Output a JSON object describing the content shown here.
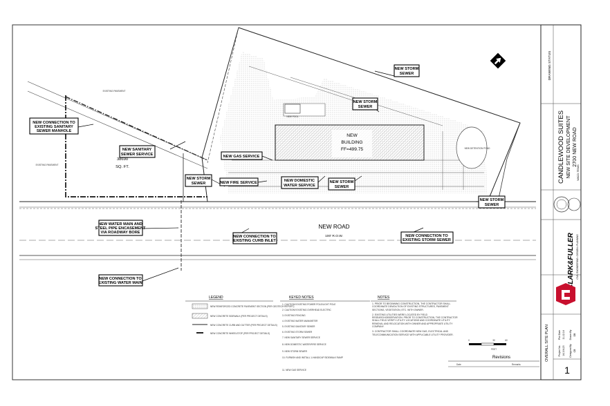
{
  "sheet": {
    "title_lines": [
      "CANDLEWOOD SUITES",
      "NEW SITE DEVELOPMENT",
      "2700 NEW ROAD"
    ],
    "location": "WACO, TEXAS",
    "drawing_status": "DRAWING STATUS",
    "sheet_title": "OVERALL SITE PLAN",
    "sheet_number": "1",
    "revisions_label": "Revisions",
    "revisions_headers": [
      "Date",
      "Remarks"
    ],
    "firm_name": "CLARK&FULLER",
    "firm_tagline": "CIVIL ENGINEERING • DESIGN • PLANNING",
    "project_info": [
      {
        "label": "Plot Date",
        "value": "11-12-14"
      },
      {
        "label": "Project No.",
        "value": "14-104-20"
      },
      {
        "label": "Drawn By",
        "value": "DB"
      },
      {
        "label": "Designed By",
        "value": "CB"
      }
    ]
  },
  "plan": {
    "building_label": "NEW",
    "building_label2": "BUILDING",
    "ff_elevation": "FF=499.75",
    "area_value": "38690",
    "area_unit": "SQ. FT.",
    "road_name": "NEW ROAD",
    "road_row": "100' R.O.W.",
    "pool_label": "NEW POOL",
    "pond_label": "NEW DETENTION POND",
    "pavement_labels": [
      "EXISTING PAVEMENT",
      "EXISTING PAVEMENT"
    ],
    "callouts": {
      "sanitary_manhole": [
        "NEW CONNECTION TO",
        "EXISTING SANITARY",
        "SEWER MANHOLE"
      ],
      "sanitary_service": [
        "NEW SANITARY",
        "SEWER SERVICE"
      ],
      "gas_service": [
        "NEW GAS SERVICE"
      ],
      "storm_sewer_left": [
        "NEW STORM",
        "SEWER"
      ],
      "fire_service": [
        "NEW FIRE SERVICE"
      ],
      "domestic_water": [
        "NEW DOMESTIC",
        "WATER SERVICE"
      ],
      "storm_sewer_mid": [
        "NEW STORM",
        "SEWER"
      ],
      "storm_sewer_top": [
        "NEW STORM",
        "SEWER"
      ],
      "storm_sewer_upper": [
        "NEW STORM",
        "SEWER"
      ],
      "storm_sewer_right": [
        "NEW STORM",
        "SEWER"
      ],
      "curb_inlet": [
        "NEW CONNECTION TO",
        "EXISTING CURB INLET"
      ],
      "storm_sewer_conn": [
        "NEW CONNECTION TO",
        "EXISTING STORM SEWER"
      ],
      "water_main": [
        "NEW WATER MAIN AND",
        "STEEL PIPE ENCASEMENT",
        "VIA ROADWAY BORE"
      ],
      "water_main_conn": [
        "NEW CONNECTION TO",
        "EXISTING WATER MAIN"
      ]
    }
  },
  "legend": {
    "title": "LEGEND",
    "items": [
      "NEW REINFORCED CONCRETE PAVEMENT SECTION (PER GEOTECH REPORT)",
      "NEW CONCRETE SIDEWALK (PER PROJECT DETAILS)",
      "NEW CONCRETE CURB AND GUTTER (PER PROJECT DETAILS)",
      "NEW CONCRETE WHEELSTOP (PER PROJECT DETAILS)"
    ]
  },
  "keyed_notes": {
    "title": "KEYED NOTES",
    "items": [
      "1. CAUTION!! EXISTING POWER POLE/LIGHT POLE",
      "2. CAUTION!! EXISTING OVERHEAD ELECTRIC",
      "3. EXISTING FENCING",
      "4. EXISTING WATER MAIN/METER",
      "5. EXISTING SANITARY SEWER",
      "6. EXISTING STORM SEWER",
      "7. NEW SANITARY SEWER SERVICE",
      "8. NEW DOMESTIC WATER/FIRE SERVICE",
      "9. NEW STORM SEWER",
      "10. FURNISH AND INSTALL 1-HANDICAP SIDEWALK RAMP",
      "11. NEW GAS SERVICE"
    ]
  },
  "notes": {
    "title": "NOTES",
    "items": [
      "1. PRIOR TO BEGINNING CONSTRUCTION, THE CONTRACTOR SHALL COORDINATE DEMOLITION OF EXISTING STRUCTURES, PAVEMENT SECTIONS, VEGETATION, ETC. WITH OWNER.",
      "2. EXISTING UTILITIES WERE LOCATED BY FIELD RESEARCH/OBSERVATION. PRIOR TO CONSTRUCTION, THE CONTRACTOR SHALL FIELD VERIFY UTILITY LOCATIONS AND COORDINATE UTILITY REMOVAL AND RELOCATION WITH OWNER AND APPROPRIATE UTILITY COMPANY.",
      "3. CONTRACTOR SHALL COORDINATE NEW GAS, ELECTRICAL AND TELECOMMUNICATION SERVICE WITH APPLICABLE UTILITY PROVIDER."
    ]
  },
  "scale": {
    "ticks": [
      "0",
      "30",
      "60"
    ],
    "unit": "FEET"
  },
  "colors": {
    "firm_red": "#c8102e"
  }
}
